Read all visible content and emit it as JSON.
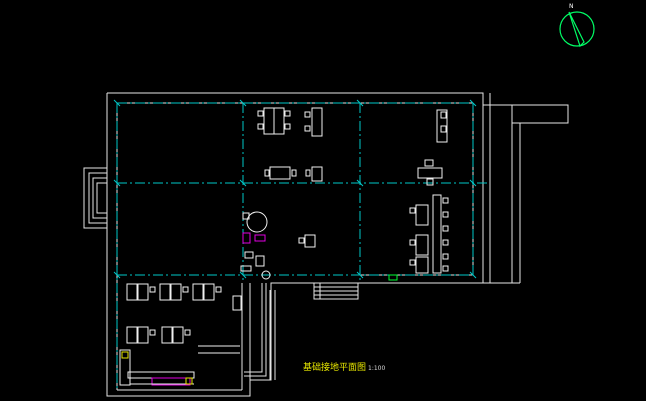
{
  "drawing": {
    "title": "基础接地平面图",
    "scale": "1:100",
    "north_label": "N"
  },
  "colors": {
    "background": "#000000",
    "wall": "#e6e6e6",
    "axis_line": "#00c8c8",
    "furniture": "#f0f0f0",
    "title_text": "#e8e800",
    "north_arrow": "#00ff66",
    "accent_magenta": "#e000e0",
    "accent_green": "#00ff33"
  }
}
